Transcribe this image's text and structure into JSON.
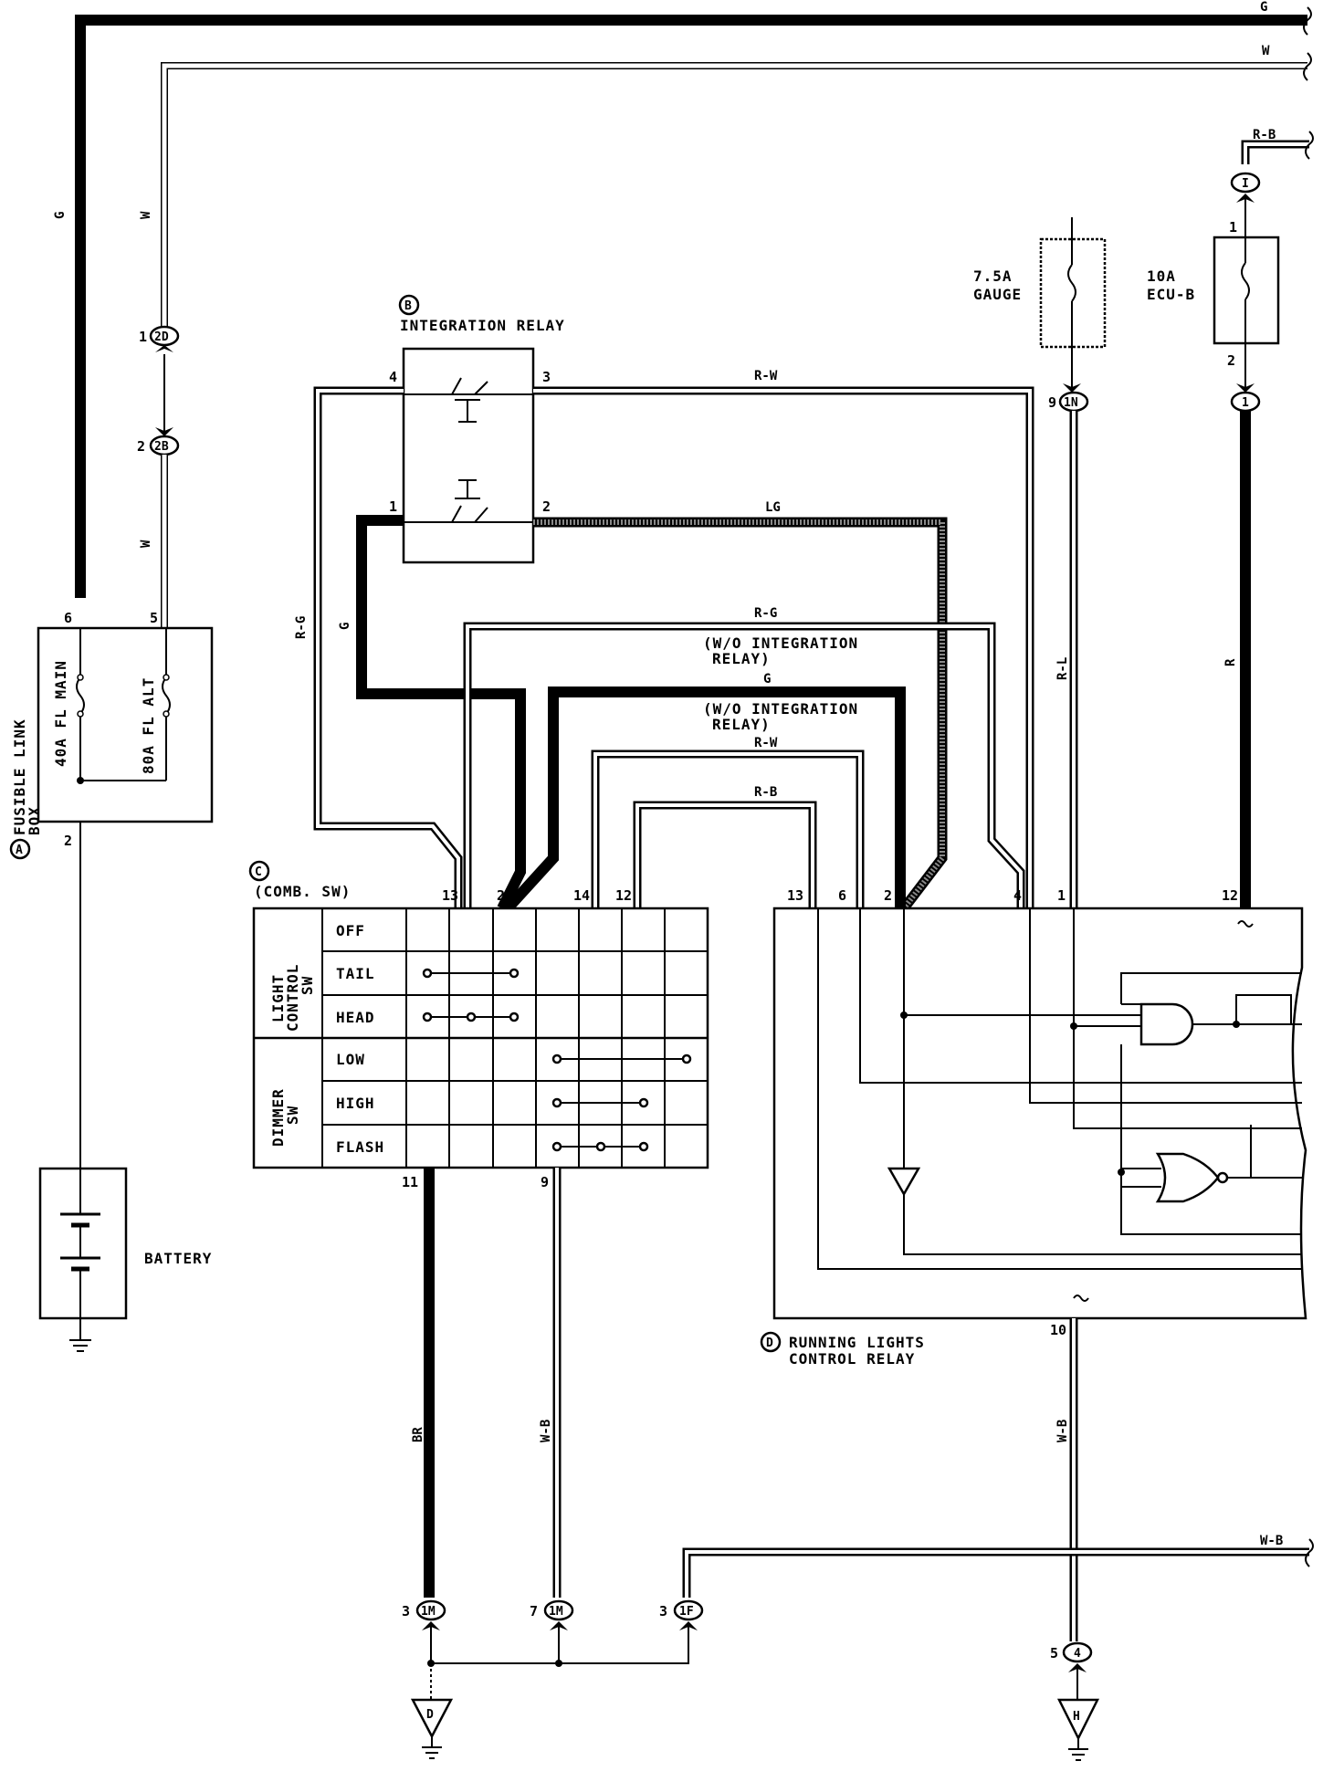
{
  "wire_colors": {
    "top_g": "G",
    "top_w": "W",
    "left_g": "G",
    "left_w_upper": "W",
    "left_w_lower": "W",
    "relay_r_w": "R-W",
    "relay_lg": "LG",
    "relay_left_r_g": "R-G",
    "relay_left_g": "G",
    "r_g_mid": "R-G",
    "g_mid": "G",
    "r_w_mid": "R-W",
    "r_b_mid": "R-B",
    "r_l": "R-L",
    "r_right": "R",
    "r_b_top": "R-B",
    "br": "BR",
    "w_b_left": "W-B",
    "w_b_right": "W-B",
    "w_b_branch": "W-B"
  },
  "notes": {
    "wo1_line1": "(W/O INTEGRATION",
    "wo1_line2": "RELAY)",
    "wo2_line1": "(W/O INTEGRATION",
    "wo2_line2": "RELAY)"
  },
  "components": {
    "integration_relay": {
      "letter": "B",
      "name": "INTEGRATION RELAY"
    },
    "fusible_link_box": {
      "letter": "A",
      "name_line1": "FUSIBLE LINK",
      "name_line2": "BOX",
      "fuse1": "40A FL MAIN",
      "fuse2": "80A FL ALT"
    },
    "comb_sw": {
      "letter": "C",
      "name": "(COMB. SW)"
    },
    "running_relay": {
      "letter": "D",
      "name_line1": "RUNNING LIGHTS",
      "name_line2": "CONTROL RELAY"
    },
    "battery": {
      "name": "BATTERY"
    },
    "gauge_fuse": {
      "amp": "7.5A",
      "name": "GAUGE"
    },
    "ecu_fuse": {
      "amp": "10A",
      "name": "ECU-B"
    }
  },
  "switch_table": {
    "group1_line1": "LIGHT",
    "group1_line2": "CONTROL",
    "group1_line3": "SW",
    "group2_line1": "DIMMER",
    "group2_line2": "SW",
    "rows": [
      "OFF",
      "TAIL",
      "HEAD",
      "LOW",
      "HIGH",
      "FLASH"
    ]
  },
  "pins": {
    "relay_4": "4",
    "relay_3": "3",
    "relay_1": "1",
    "relay_2": "2",
    "flb_6": "6",
    "flb_5": "5",
    "flb_2": "2",
    "sw_13": "13",
    "sw_2": "2",
    "sw_14": "14",
    "sw_12": "12",
    "sw_11": "11",
    "sw_9": "9",
    "rr_13": "13",
    "rr_6": "6",
    "rr_2": "2",
    "rr_4": "4",
    "rr_1": "1",
    "rr_12": "12",
    "rr_10": "10",
    "c2d_pin": "1",
    "c2b_pin": "2",
    "c1n_pin": "9",
    "c1_pin": "2",
    "ci_pin": "1",
    "c1m_a_pin": "3",
    "c1m_b_pin": "7",
    "c1f_pin": "3",
    "c4_pin": "5"
  },
  "connectors": {
    "c2d": "2D",
    "c2b": "2B",
    "c1n": "1N",
    "c1": "1",
    "ci": "I",
    "c1m_a": "1M",
    "c1m_b": "1M",
    "c1f": "1F",
    "c4": "4",
    "ground_d": "D",
    "ground_h": "H"
  }
}
